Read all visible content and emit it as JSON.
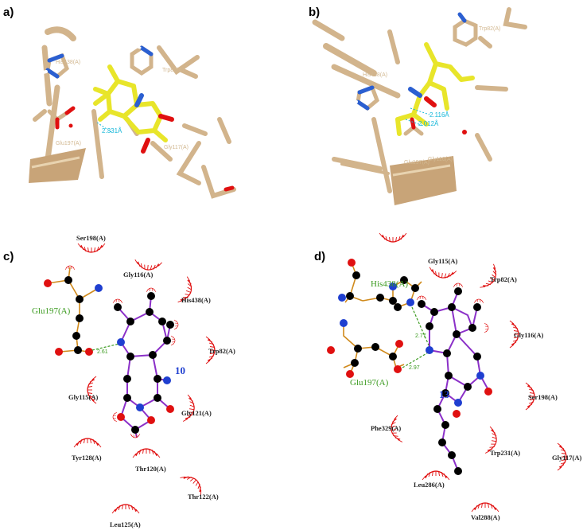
{
  "panels": {
    "a": {
      "letter": "a)",
      "cyan_label": "2.331Å",
      "faint_labels": [
        "His438(A)",
        "Trp82(A)",
        "Gly117(A)",
        "Glu197(A)"
      ]
    },
    "b": {
      "letter": "b)",
      "cyan_labels": [
        "2.116Å",
        "2.012Å"
      ],
      "faint_labels": [
        "His438(A)",
        "Trp82(A)",
        "Glu197(A)",
        "Gly116(A)"
      ]
    },
    "c": {
      "letter": "c)",
      "ligand_id": "10",
      "hbond_residue": "Glu197(A)",
      "hbond_distance": "2.61",
      "residues": [
        "Ser198(A)",
        "Gly116(A)",
        "His438(A)",
        "Trp82(A)",
        "Gly115(A)",
        "Gly121(A)",
        "Tyr128(A)",
        "Thr120(A)",
        "Thr122(A)",
        "Leu125(A)"
      ]
    },
    "d": {
      "letter": "d)",
      "ligand_id": "13",
      "hbond_residues": [
        "His438(A)",
        "Glu197(A)"
      ],
      "hbond_distances": [
        "2.77",
        "2.97"
      ],
      "residues": [
        "Gly115(A)",
        "Trp82(A)",
        "Gly116(A)",
        "Ser198(A)",
        "Phe329(A)",
        "Trp231(A)",
        "Gly117(A)",
        "Leu286(A)",
        "Val288(A)"
      ]
    }
  },
  "colors": {
    "tan": "#d2b48c",
    "yellow": "#e8e52a",
    "cyan": "#16b7d9",
    "green": "#3a9a1e",
    "blue": "#1f3fd0",
    "red": "#e01010",
    "purple": "#8b30c8",
    "orange": "#d08a1c"
  }
}
